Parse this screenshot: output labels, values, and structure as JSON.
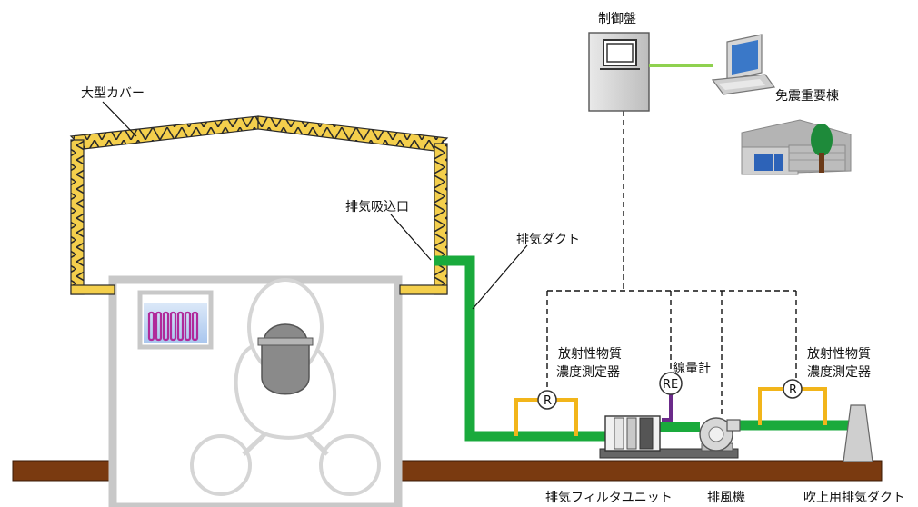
{
  "labels": {
    "cover": "大型カバー",
    "control_panel": "制御盤",
    "seismic_building": "免震重要棟",
    "intake": "排気吸込口",
    "duct": "排気ダクト",
    "rad_monitor_left_line1": "放射性物質",
    "rad_monitor_left_line2": "濃度測定器",
    "dosimeter": "線量計",
    "rad_monitor_right_line1": "放射性物質",
    "rad_monitor_right_line2": "濃度測定器",
    "filter_unit": "排気フィルタユニット",
    "fan": "排風機",
    "stack_duct": "吹上用排気ダクト"
  },
  "symbols": {
    "r_left": "R",
    "re": "RE",
    "r_right": "R"
  },
  "colors": {
    "duct_green": "#1aaa3c",
    "ground_brown": "#7a3a10",
    "cover_yellow": "#f4cf4c",
    "sensor_line_yellow": "#f2b51a",
    "monitor_link_green": "#8fd14f",
    "fuel_rod_purple": "#b02a9a",
    "building_gray": "#c8c8c8"
  }
}
